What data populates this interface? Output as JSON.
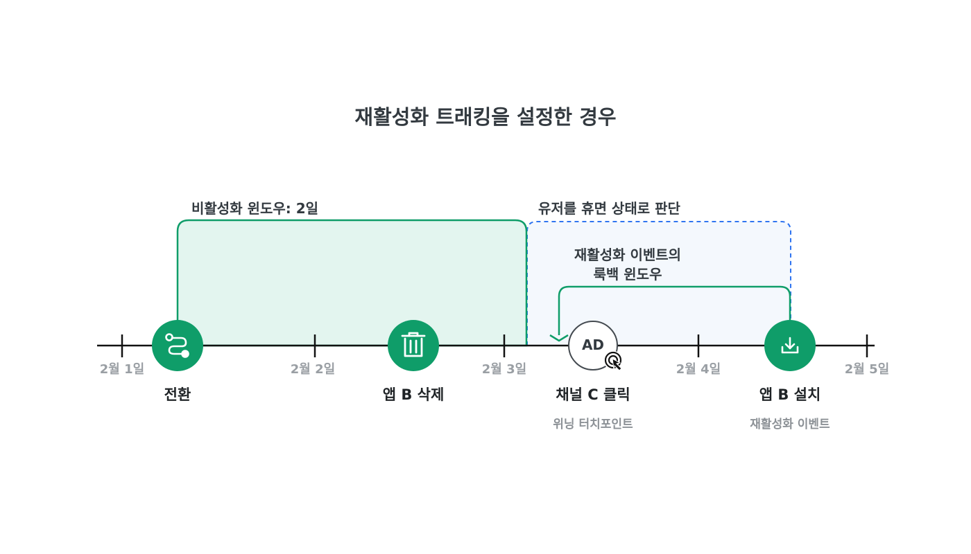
{
  "title": "재활성화 트래킹을 설정한 경우",
  "windows": {
    "inactivity_label": "비활성화 윈도우: 2일",
    "dormant_label": "유저를 휴면 상태로 판단",
    "lookback_label_line1": "재활성화 이벤트의",
    "lookback_label_line2": "룩백 윈도우"
  },
  "ticks": [
    "2월 1일",
    "2월 2일",
    "2월 3일",
    "2월 4일",
    "2월 5일"
  ],
  "events": {
    "conversion": {
      "label": "전환",
      "icon": "conversion-route-icon"
    },
    "delete": {
      "label": "앱 B 삭제",
      "icon": "trash-icon"
    },
    "click": {
      "label": "채널 C 클릭",
      "sub": "위닝 터치포인트",
      "badge": "AD",
      "icon": "click-cursor-icon"
    },
    "install": {
      "label": "앱 B 설치",
      "sub": "재활성화 이벤트",
      "icon": "download-icon"
    }
  },
  "colors": {
    "green": "#0f9d69",
    "green_fill": "#e3f5ef",
    "blue_dash": "#2f74f0",
    "blue_fill": "#f4f8fd",
    "axis": "#111111",
    "muted": "#9a9fa4"
  }
}
